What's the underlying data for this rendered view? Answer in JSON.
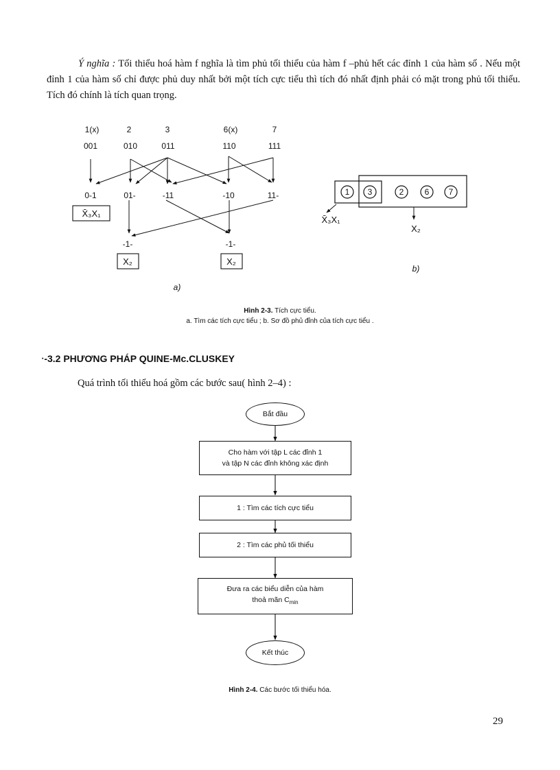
{
  "paragraph": {
    "label": "Ý nghĩa :",
    "text": "Tối thiểu hoá hàm f nghĩa là tìm phủ tối thiểu của hàm f –phủ hết các đỉnh 1 của hàm số . Nếu một đỉnh 1 của hàm số chỉ được phủ duy nhất bởi một tích cực tiểu thì tích đó nhất định phải có mặt trong phủ tối thiểu. Tích đó chính là tích quan trọng."
  },
  "figure_a": {
    "top_labels": [
      "1(x)",
      "2",
      "3",
      "6(x)",
      "7"
    ],
    "top_codes": [
      "001",
      "010",
      "011",
      "110",
      "111"
    ],
    "mid_codes": [
      "0-1",
      "01-",
      "-11",
      "-10",
      "11-"
    ],
    "mid_box": "X̄₃X₁",
    "bottom_codes": [
      "-1-",
      "-1-"
    ],
    "bottom_boxes": [
      "X₂",
      "X₂"
    ],
    "panel_label": "a)"
  },
  "figure_b": {
    "circles": [
      "1",
      "3",
      "2",
      "6",
      "7"
    ],
    "label_left": "X̄₃X₁",
    "label_right": "X₂",
    "panel_label": "b)"
  },
  "caption1": {
    "prefix": "Hình 2-3.",
    "title": "Tích cực tiểu.",
    "line2": "a. Tìm các tích cực tiểu ;  b. Sơ đồ phủ đỉnh của tích cực tiểu ."
  },
  "section_heading": "ᐧ-3.2 PHƯƠNG PHÁP QUINE-Mc.CLUSKEY",
  "intro": "Quá trình tối thiểu hoá gồm các bước sau( hình 2–4) :",
  "flowchart": {
    "start": "Bắt đầu",
    "step0_line1": "Cho hàm với tập L các đỉnh 1",
    "step0_line2": "và tập N các đỉnh không xác định",
    "step1": "1 : Tìm các tích cực tiểu",
    "step2": "2 : Tìm các phủ tối thiểu",
    "step3_line1": "Đưa ra các biểu diễn của hàm",
    "step3_line2": "thoả mãn C",
    "step3_sub": "min",
    "end": "Kết thúc"
  },
  "caption2": {
    "prefix": "Hình 2-4.",
    "title": "Các bước tối thiểu hóa."
  },
  "page_number": "29"
}
